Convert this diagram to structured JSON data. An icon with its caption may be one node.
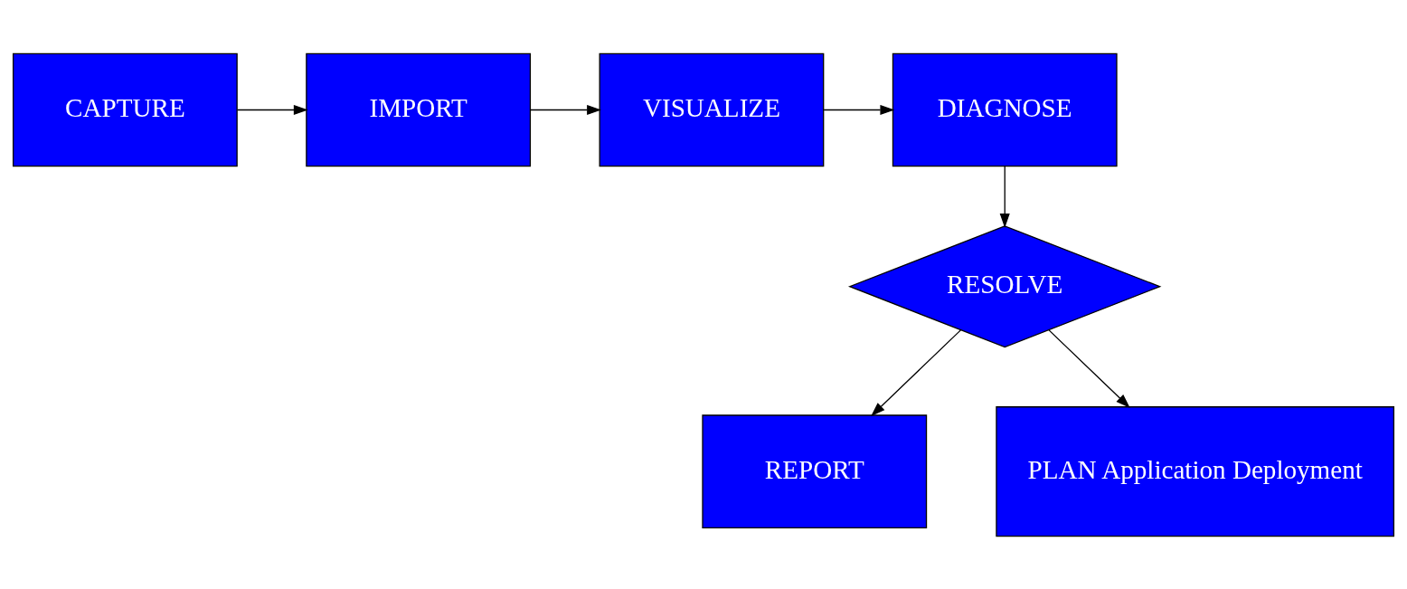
{
  "diagram": {
    "nodes": [
      {
        "text": [
          "CAPTURE"
        ]
      },
      {
        "text": [
          "IMPORT"
        ]
      },
      {
        "text": [
          "VISUALIZE"
        ]
      },
      {
        "text": [
          "DIAGNOSE"
        ]
      },
      {
        "text": [
          "RESOLVE"
        ]
      },
      {
        "text": [
          "REPORT"
        ]
      },
      {
        "text": [
          "PLAN Application Deployment"
        ]
      }
    ],
    "edges": [
      {
        "from": 0,
        "to": 1,
        "arrow": "to"
      },
      {
        "from": 1,
        "to": 2,
        "arrow": "to"
      },
      {
        "from": 2,
        "to": 3,
        "arrow": "to"
      },
      {
        "from": 3,
        "to": 4,
        "arrow": "to"
      },
      {
        "from": 4,
        "to": 5,
        "arrow": "to"
      },
      {
        "from": 4,
        "to": 6,
        "arrow": "to"
      }
    ]
  }
}
